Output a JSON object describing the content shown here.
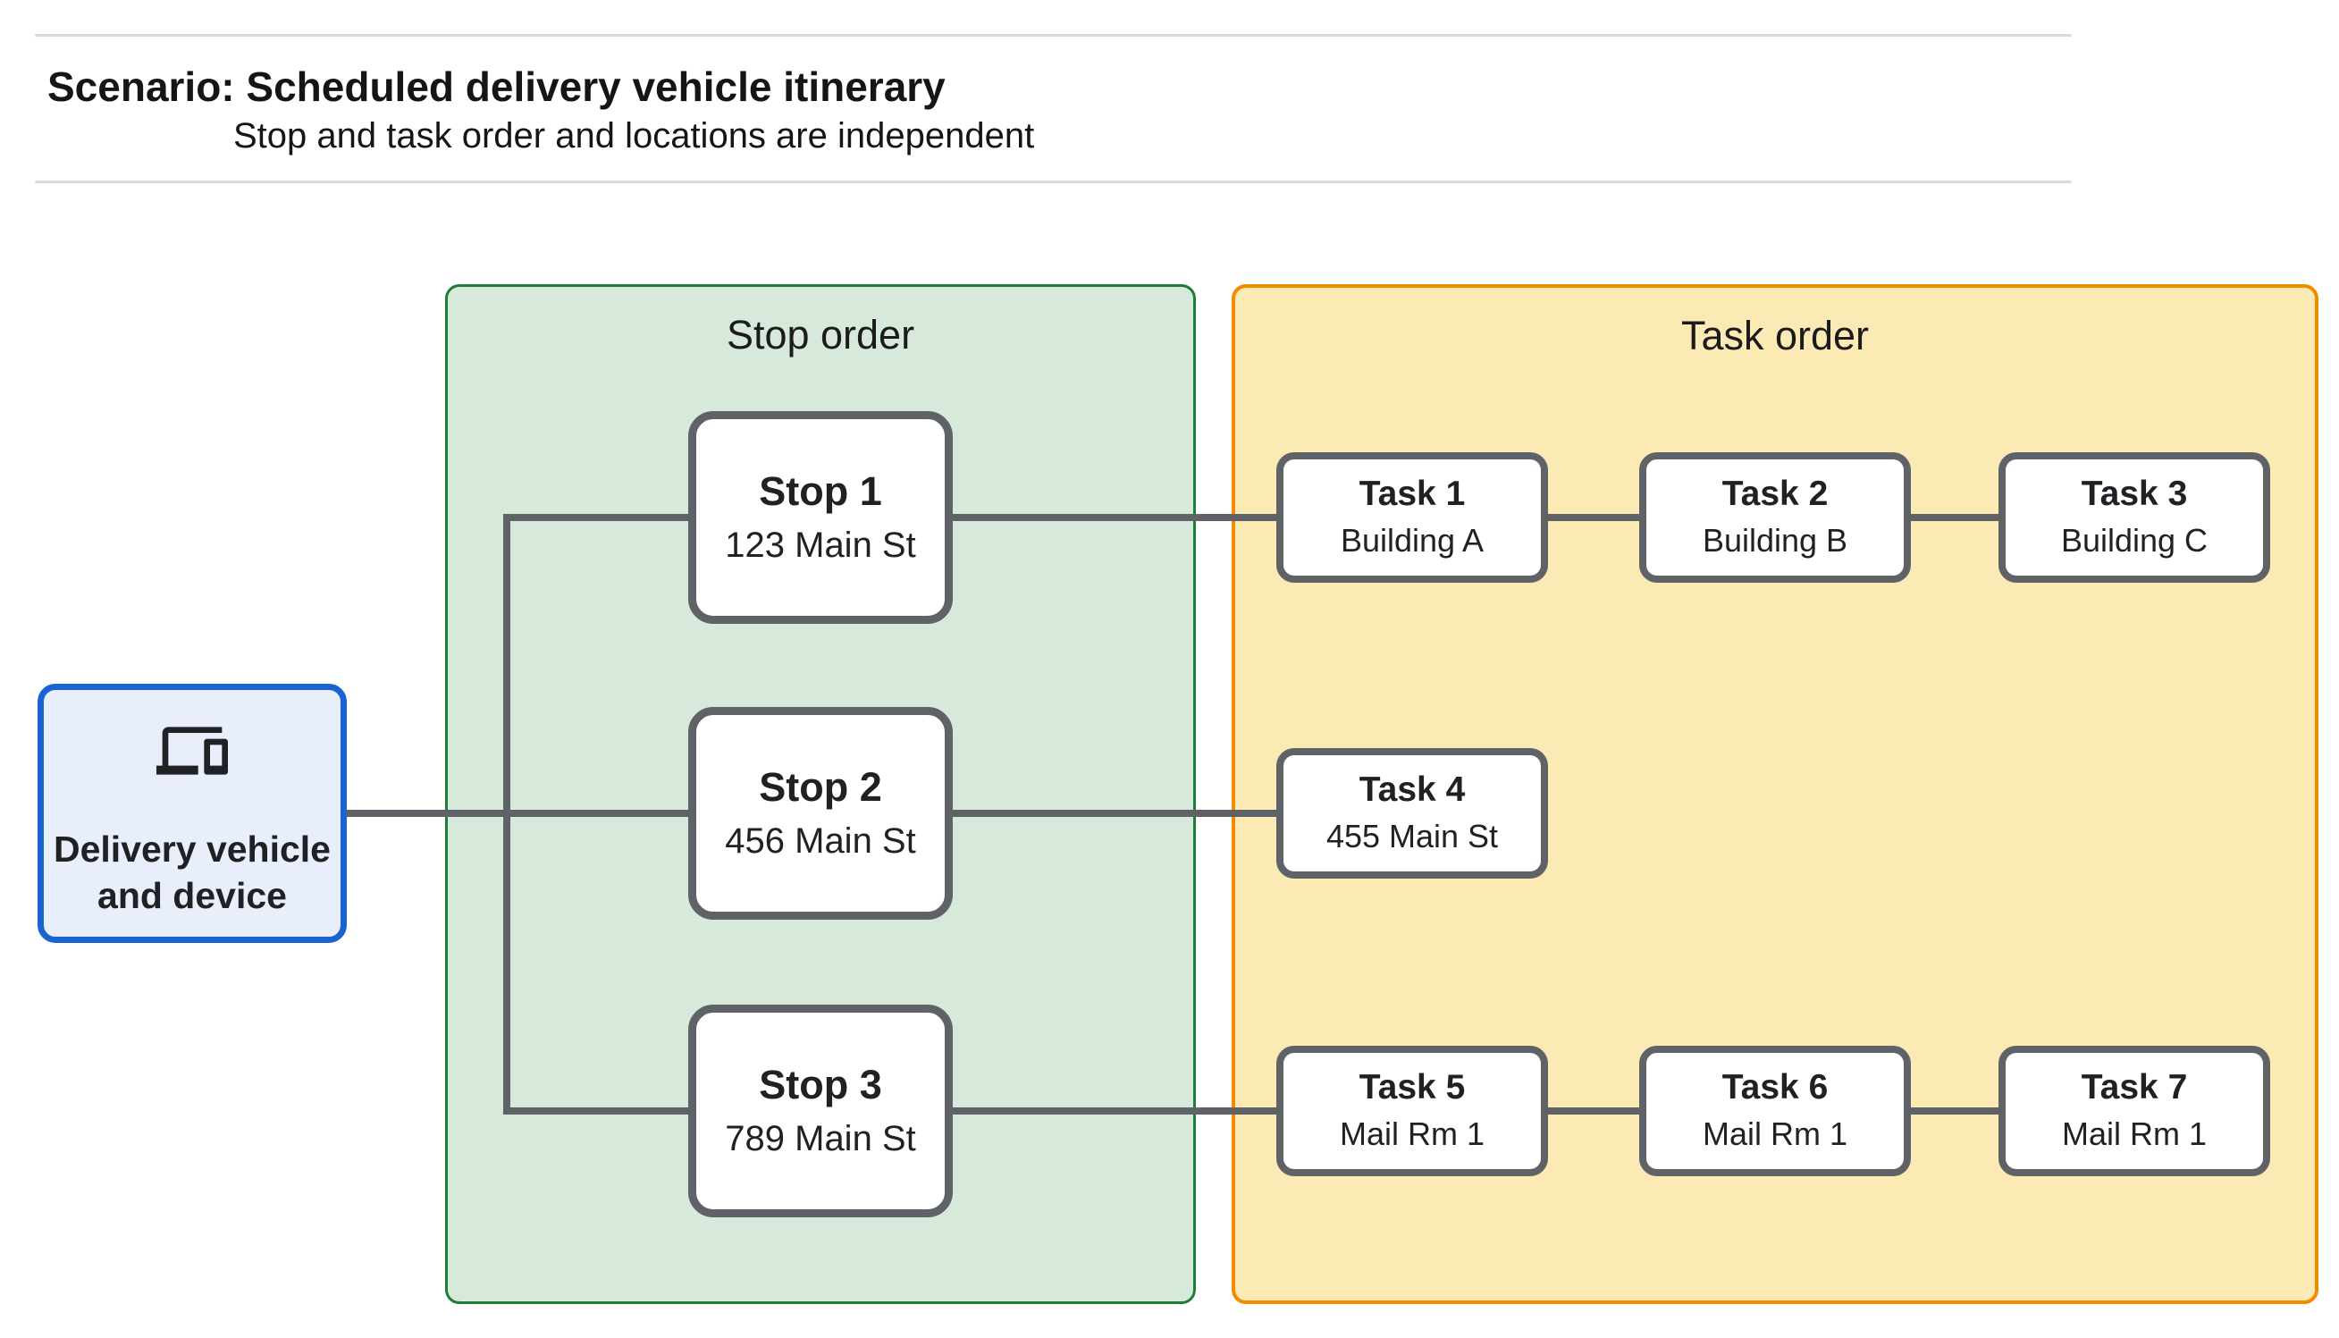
{
  "header": {
    "title": "Scenario: Scheduled delivery vehicle itinerary",
    "subtitle": "Stop and task order and locations are independent"
  },
  "source_node": {
    "icon": "devices-icon",
    "label_line1": "Delivery vehicle",
    "label_line2": "and device"
  },
  "stop_panel": {
    "title": "Stop order",
    "fill": "#d7e9da",
    "border": "#1b7d36",
    "stops": [
      {
        "name": "Stop 1",
        "address": "123 Main St"
      },
      {
        "name": "Stop 2",
        "address": "456 Main St"
      },
      {
        "name": "Stop 3",
        "address": "789 Main St"
      }
    ]
  },
  "task_panel": {
    "title": "Task order",
    "fill": "#fceab4",
    "border": "#f18b00",
    "tasks": [
      {
        "name": "Task 1",
        "location": "Building A"
      },
      {
        "name": "Task 2",
        "location": "Building B"
      },
      {
        "name": "Task 3",
        "location": "Building C"
      },
      {
        "name": "Task 4",
        "location": "455 Main St"
      },
      {
        "name": "Task 5",
        "location": "Mail Rm 1"
      },
      {
        "name": "Task 6",
        "location": "Mail Rm 1"
      },
      {
        "name": "Task 7",
        "location": "Mail Rm 1"
      }
    ]
  },
  "colors": {
    "connector": "#5f6368",
    "node_border": "#5f6368",
    "source_fill": "#e8effb",
    "source_border": "#1a64d2",
    "stop_panel_fill": "#d7e9da",
    "stop_panel_border": "#1b7d36",
    "task_panel_fill": "#fceab4",
    "task_panel_border": "#f18b00",
    "divider": "#d9d9d9",
    "text": "#202124"
  }
}
